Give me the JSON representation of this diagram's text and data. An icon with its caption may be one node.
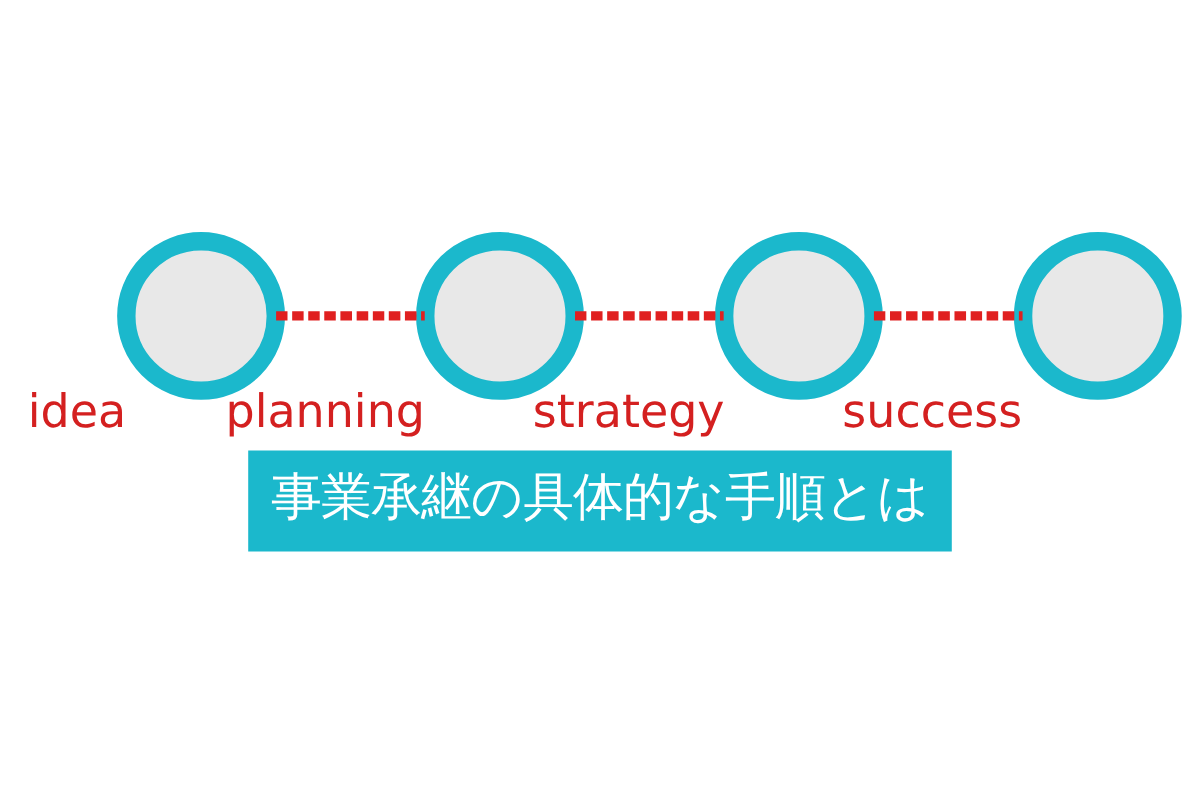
{
  "diagram": {
    "title": "事業承継の具体的な手順とは",
    "nodes": [
      {
        "text": [],
        "shape": "circle",
        "beside": [
          "idea"
        ]
      },
      {
        "text": [],
        "shape": "circle",
        "beside": [
          "planning"
        ]
      },
      {
        "text": [],
        "shape": "circle",
        "beside": [
          "strategy"
        ]
      },
      {
        "text": [],
        "shape": "circle",
        "beside": [
          "success"
        ]
      }
    ],
    "edges": [
      {
        "from": 0,
        "to": 1,
        "arrow": "none",
        "style": "dashed",
        "color": "#e02020"
      },
      {
        "from": 1,
        "to": 2,
        "arrow": "none",
        "style": "dashed",
        "color": "#e02020"
      },
      {
        "from": 2,
        "to": 3,
        "arrow": "none",
        "style": "dashed",
        "color": "#e02020"
      }
    ]
  }
}
